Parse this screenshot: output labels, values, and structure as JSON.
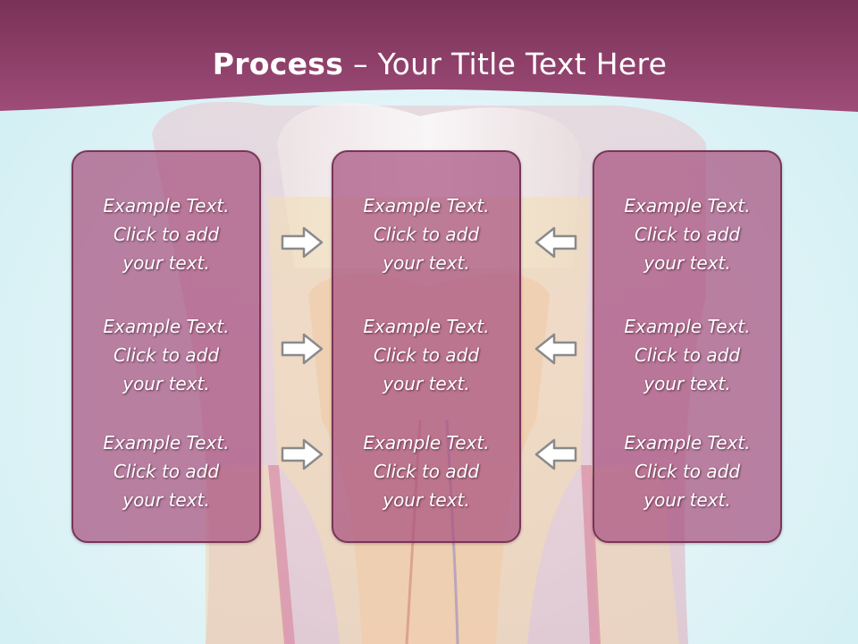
{
  "slide": {
    "title_bold": "Process",
    "title_dash": " – ",
    "title_rest": "Your Title Text Here"
  },
  "columns": [
    {
      "id": "left",
      "items": [
        "Example Text.\nClick  to add\nyour text.",
        "Example Text.\nClick  to add\nyour text.",
        "Example Text.\nClick  to add\nyour text."
      ]
    },
    {
      "id": "middle",
      "items": [
        "Example Text.\nClick  to add\nyour text.",
        "Example Text.\nClick  to add\nyour text.",
        "Example Text.\nClick  to add\nyour text."
      ]
    },
    {
      "id": "right",
      "items": [
        "Example Text.\nClick  to add\nyour text.",
        "Example Text.\nClick  to add\nyour text.",
        "Example Text.\nClick  to add\nyour text."
      ]
    }
  ],
  "arrows": {
    "left_group": [
      "arrow-right-icon",
      "arrow-right-icon",
      "arrow-right-icon"
    ],
    "right_group": [
      "arrow-left-icon",
      "arrow-left-icon",
      "arrow-left-icon"
    ]
  },
  "colors": {
    "header": "#8e3f69",
    "box_fill": "#a85280",
    "box_border": "#7a3458",
    "background": "#d6f0f4"
  }
}
